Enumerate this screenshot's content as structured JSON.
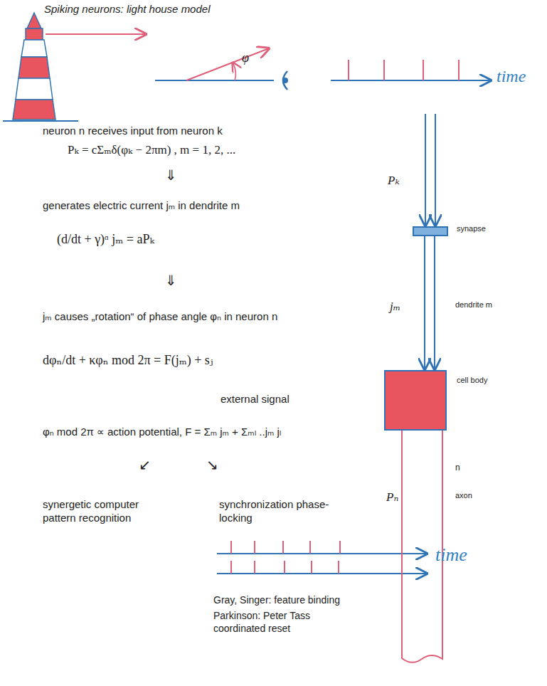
{
  "diagram": {
    "title": "Spiking neurons: light house model",
    "nodes": [
      {
        "text": [
          "synapse"
        ]
      },
      {
        "text": [
          "cell body"
        ]
      }
    ],
    "edges": [
      {
        "from": 0,
        "to": 1,
        "arrow": "to"
      }
    ],
    "labels": [
      "φ",
      "time",
      "neuron n receives input from neuron k",
      "Pₖ = cΣₘδ(φₖ − 2πm) ,  m = 1, 2, ...",
      "⇓",
      "generates electric current jₘ in dendrite m",
      "(d/dt + γ)ᵅ jₘ = aPₖ",
      "⇓",
      "jₘ causes „rotation“ of phase angle φₙ in neuron n",
      "dφₙ/dt + κφₙ mod 2π = F(jₘ) + sⱼ",
      "external signal",
      "φₙ mod 2π ∝ action potential, F = Σₘ jₘ + Σₘₗ ..jₘ jₗ",
      "↙",
      "↘",
      "synergetic computer pattern recognition",
      "synchronization phase-locking",
      "time",
      "Gray, Singer: feature binding",
      "Parkinson: Peter Tass coordinated reset",
      "Pₖ",
      "jₘ",
      "dendrite m",
      "n",
      "Pₙ",
      "axon"
    ]
  }
}
